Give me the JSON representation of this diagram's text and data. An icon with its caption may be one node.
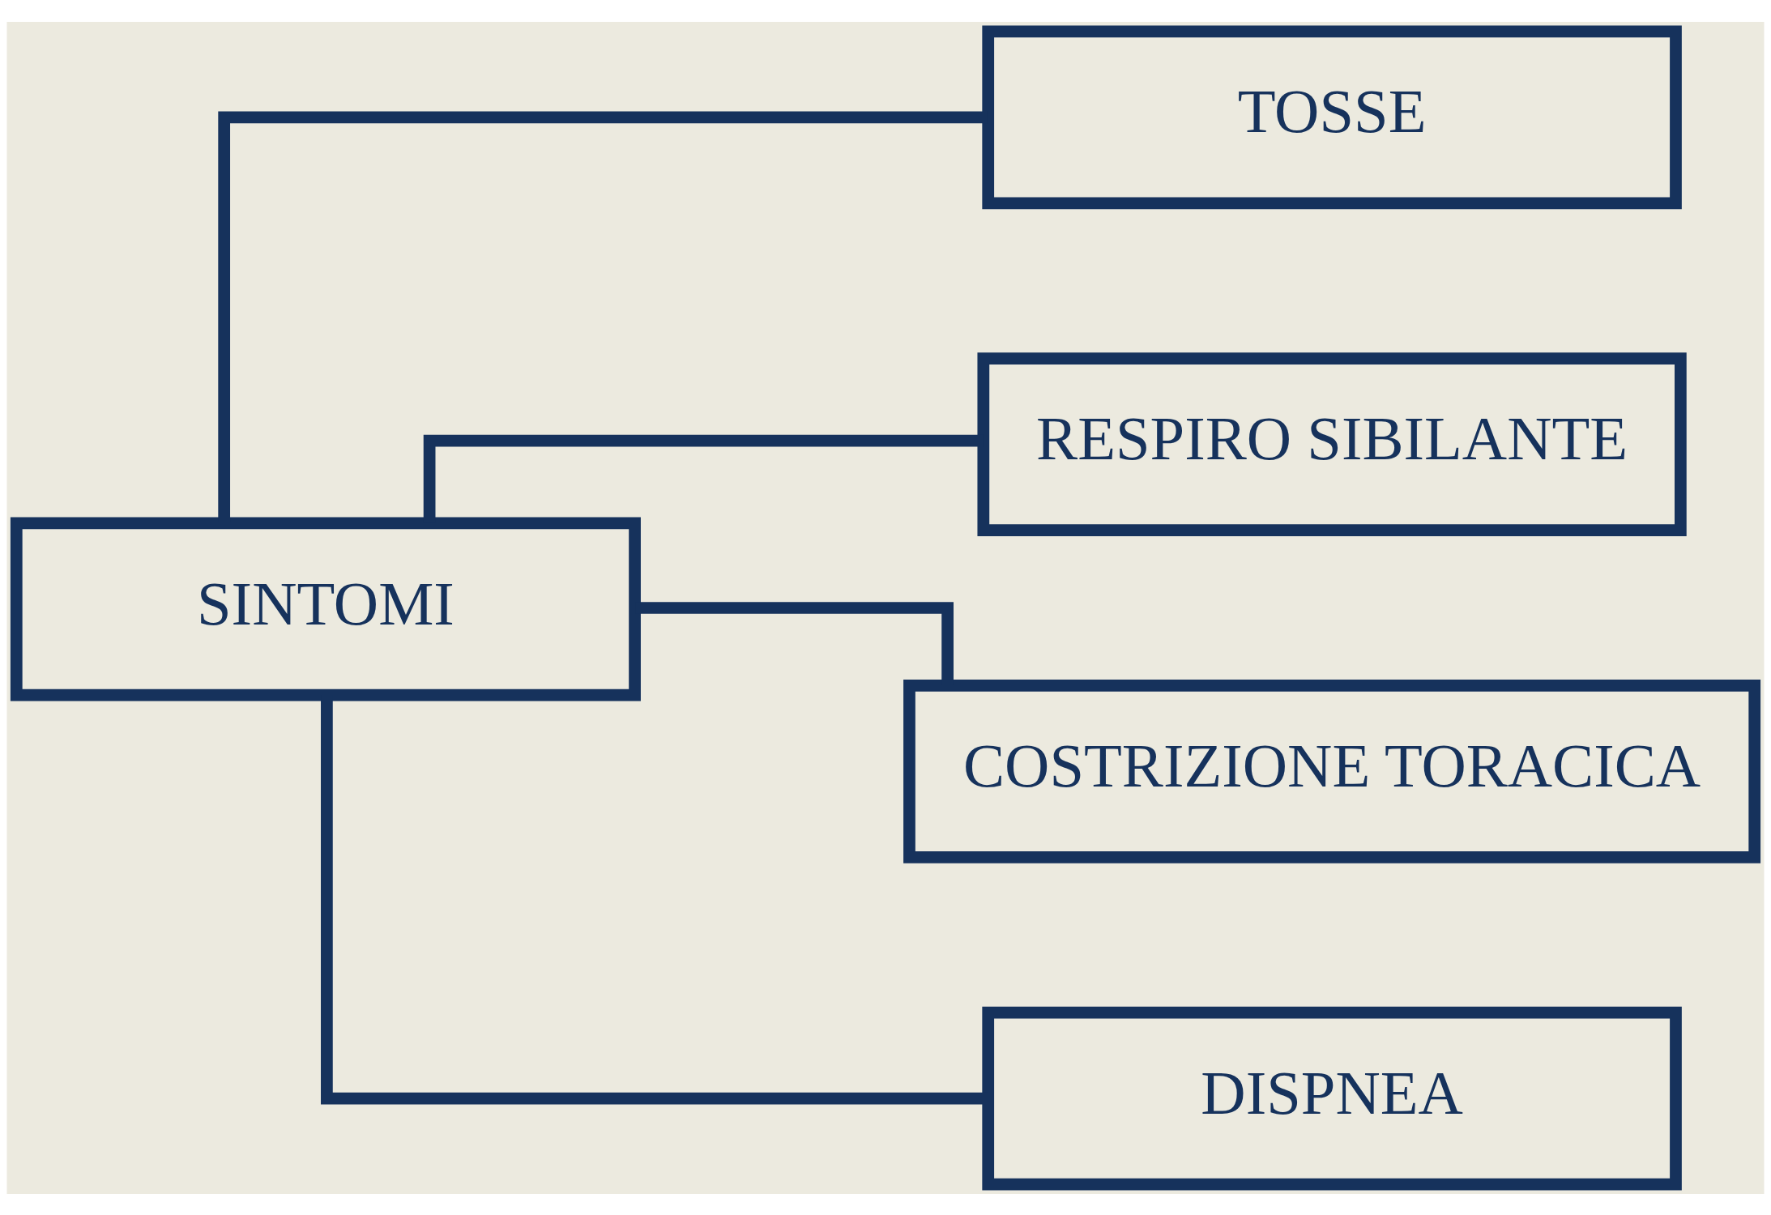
{
  "diagram": {
    "nodes": [
      {
        "text": [
          "SINTOMI"
        ]
      },
      {
        "text": [
          "TOSSE"
        ]
      },
      {
        "text": [
          "RESPIRO SIBILANTE"
        ]
      },
      {
        "text": [
          "COSTRIZIONE TORACICA"
        ]
      },
      {
        "text": [
          "DISPNEA"
        ]
      }
    ],
    "edges": [
      {
        "from": 0,
        "to": 1,
        "arrow": "none"
      },
      {
        "from": 0,
        "to": 2,
        "arrow": "none"
      },
      {
        "from": 0,
        "to": 3,
        "arrow": "none"
      },
      {
        "from": 0,
        "to": 4,
        "arrow": "none"
      }
    ]
  }
}
